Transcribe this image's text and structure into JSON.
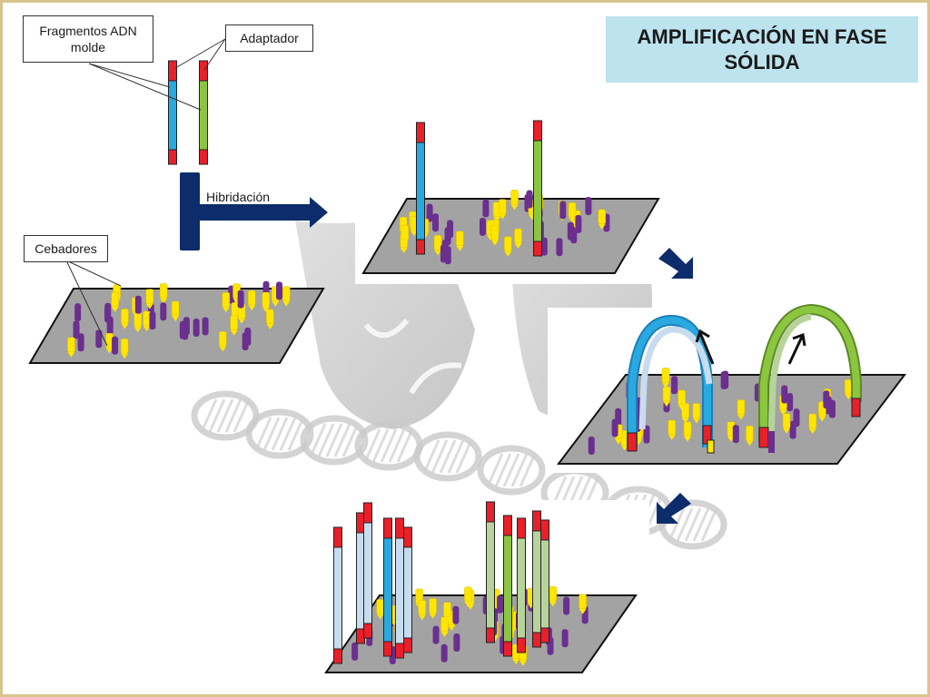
{
  "title": "AMPLIFICACIÓN EN FASE SÓLIDA",
  "labels": {
    "fragments": "Fragmentos ADN molde",
    "adapter": "Adaptador",
    "primers": "Cebadores",
    "hybridization": "Hibridación"
  },
  "colors": {
    "adapter": "#e8202a",
    "template_blue": "#29a9e0",
    "template_green": "#8cc63f",
    "copy_light_blue": "#c8dcf0",
    "copy_light_green": "#b8d39a",
    "primer_purple": "#6b2f8f",
    "primer_yellow": "#ffe600",
    "surface": "#a3a3a3",
    "arrow": "#0d2c6b",
    "title_background": "#bde3ee"
  }
}
